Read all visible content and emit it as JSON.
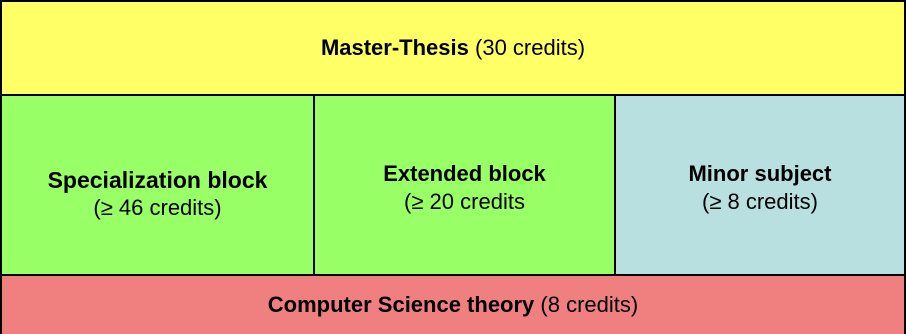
{
  "colors": {
    "thesis": "#ffff66",
    "specialization": "#99ff66",
    "extended": "#99ff66",
    "minor": "#b8e0e0",
    "theory": "#f08080"
  },
  "blocks": {
    "thesis": {
      "title": "Master-Thesis",
      "credits": "(30 credits)"
    },
    "specialization": {
      "title": "Specialization block",
      "credits": "(≥ 46 credits)"
    },
    "extended": {
      "title": "Extended block",
      "credits": "(≥ 20 credits"
    },
    "minor": {
      "title": "Minor subject",
      "credits": "(≥ 8 credits)"
    },
    "theory": {
      "title": "Computer Science theory",
      "credits": "(8 credits)"
    }
  }
}
